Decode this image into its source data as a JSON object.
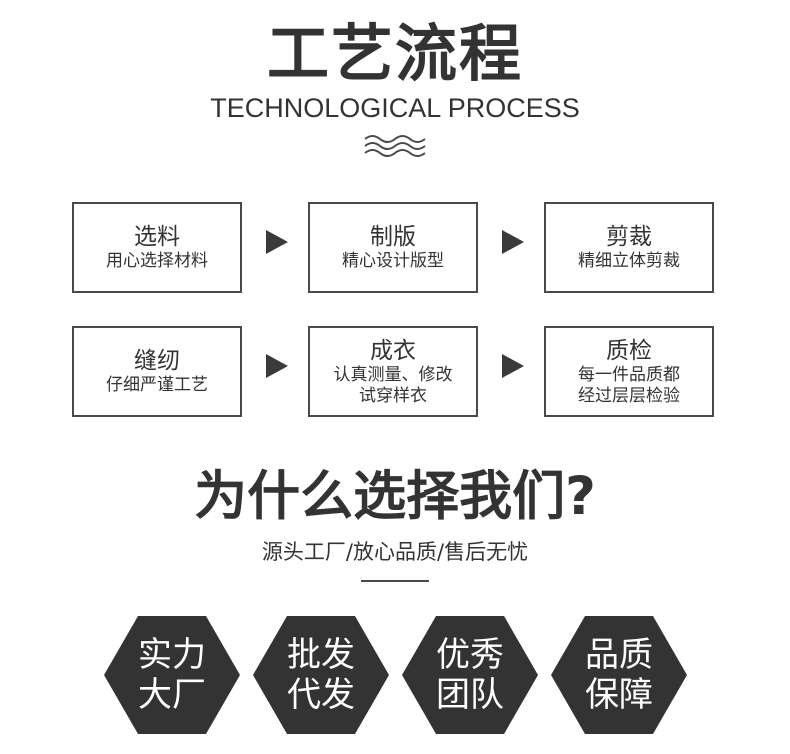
{
  "header": {
    "title": "工艺流程",
    "subtitle": "TECHNOLOGICAL PROCESS"
  },
  "process": [
    {
      "title": "选料",
      "desc": "用心选择材料"
    },
    {
      "title": "制版",
      "desc": "精心设计版型"
    },
    {
      "title": "剪裁",
      "desc": "精细立体剪裁"
    },
    {
      "title": "缝纫",
      "desc": "仔细严谨工艺"
    },
    {
      "title": "成衣",
      "desc": "认真测量、修改\n试穿样衣"
    },
    {
      "title": "质检",
      "desc": "每一件品质都\n经过层层检验"
    }
  ],
  "why": {
    "title": "为什么选择我们?",
    "slogan": "源头工厂/放心品质/售后无忧"
  },
  "features": [
    {
      "line1": "实力",
      "line2": "大厂"
    },
    {
      "line1": "批发",
      "line2": "代发"
    },
    {
      "line1": "优秀",
      "line2": "团队"
    },
    {
      "line1": "品质",
      "line2": "保障"
    }
  ],
  "colors": {
    "text": "#333333",
    "border": "#4a4a4a",
    "hexagon": "#333333"
  }
}
